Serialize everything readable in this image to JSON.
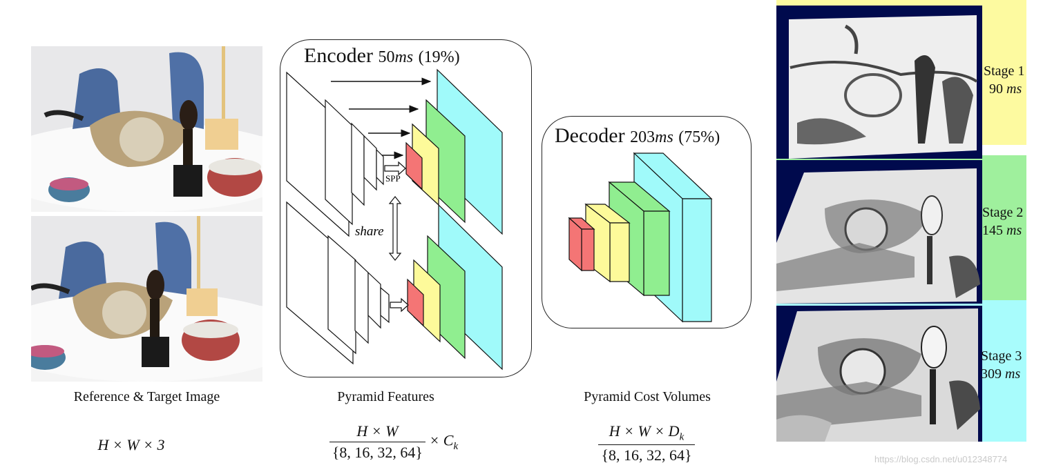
{
  "captions": {
    "images": "Reference & Target Image",
    "features": "Pyramid Features",
    "cost_volumes": "Pyramid Cost Volumes"
  },
  "formulas": {
    "image_dims": "H × W × 3",
    "features_num": "H × W",
    "features_den": "{8, 16, 32, 64}",
    "features_suffix": "× C",
    "features_subscript": "k",
    "cost_num": "H × W × D",
    "cost_subscript": "k",
    "cost_den": "{8, 16, 32, 64}"
  },
  "encoder": {
    "title": "Encoder",
    "time_value": "50",
    "time_unit": "ms",
    "percent": "(19%)",
    "spp_label": "SPP",
    "share_label": "share"
  },
  "decoder": {
    "title": "Decoder",
    "time_value": "203",
    "time_unit": "ms",
    "percent": "(75%)"
  },
  "stages": [
    {
      "name": "Stage 1",
      "time_value": "90",
      "time_unit": "ms",
      "color": "#fdfaa0"
    },
    {
      "name": "Stage 2",
      "time_value": "145",
      "time_unit": "ms",
      "color": "#9ff09d"
    },
    {
      "name": "Stage 3",
      "time_value": "309",
      "time_unit": "ms",
      "color": "#a8fcfc"
    }
  ],
  "pyramid_colors": {
    "red": "#f47575",
    "yellow": "#fdfa9a",
    "green": "#90ee90",
    "cyan": "#a0fafa"
  },
  "watermark": "https://blog.csdn.net/u012348774"
}
